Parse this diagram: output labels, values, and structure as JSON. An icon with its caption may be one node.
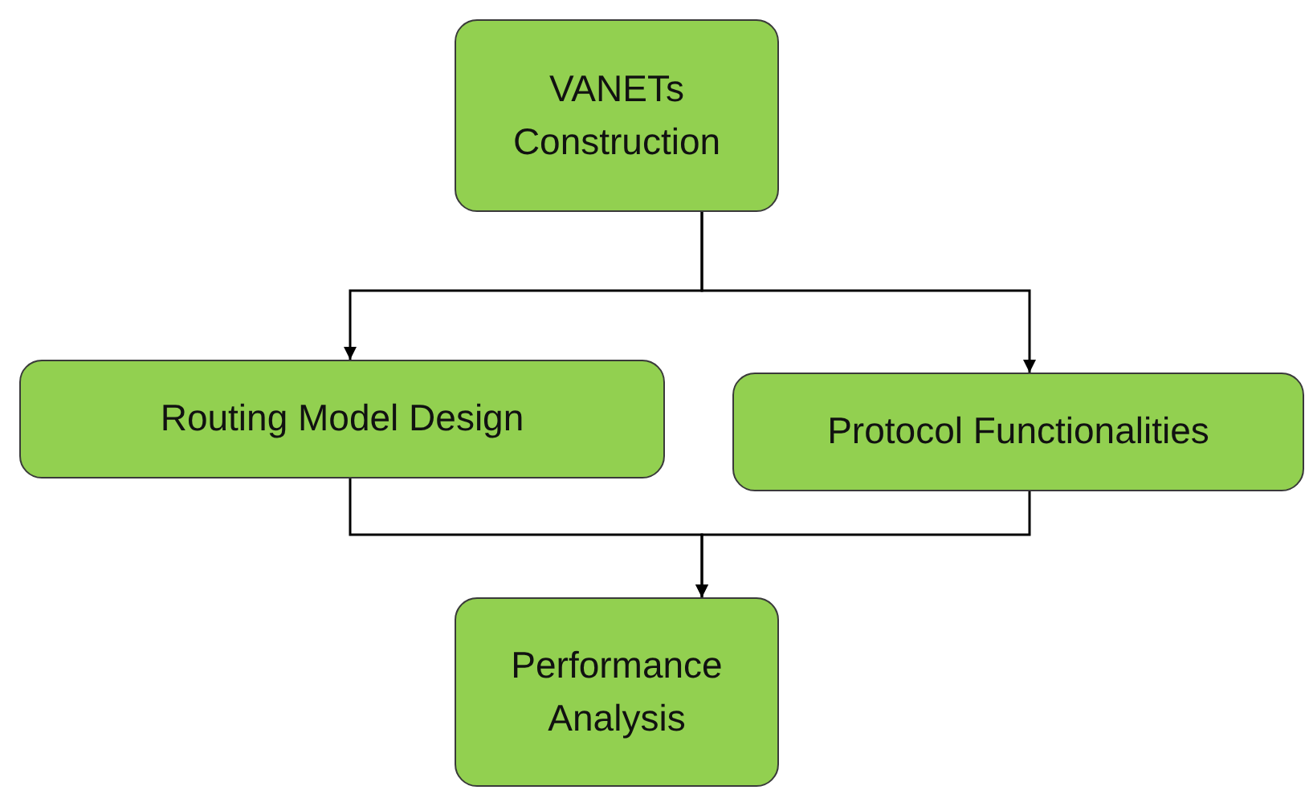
{
  "diagram": {
    "nodes": [
      {
        "text": [
          "VANETs Construction"
        ]
      },
      {
        "text": [
          "Routing Model Design"
        ]
      },
      {
        "text": [
          "Protocol Functionalities"
        ]
      },
      {
        "text": [
          "Performance Analysis"
        ]
      }
    ],
    "edges": [
      {
        "from": 0,
        "to": 1,
        "arrow": "to"
      },
      {
        "from": 0,
        "to": 2,
        "arrow": "to"
      },
      {
        "from": 1,
        "to": 3,
        "arrow": "to"
      },
      {
        "from": 2,
        "to": 3,
        "arrow": "to"
      }
    ]
  }
}
